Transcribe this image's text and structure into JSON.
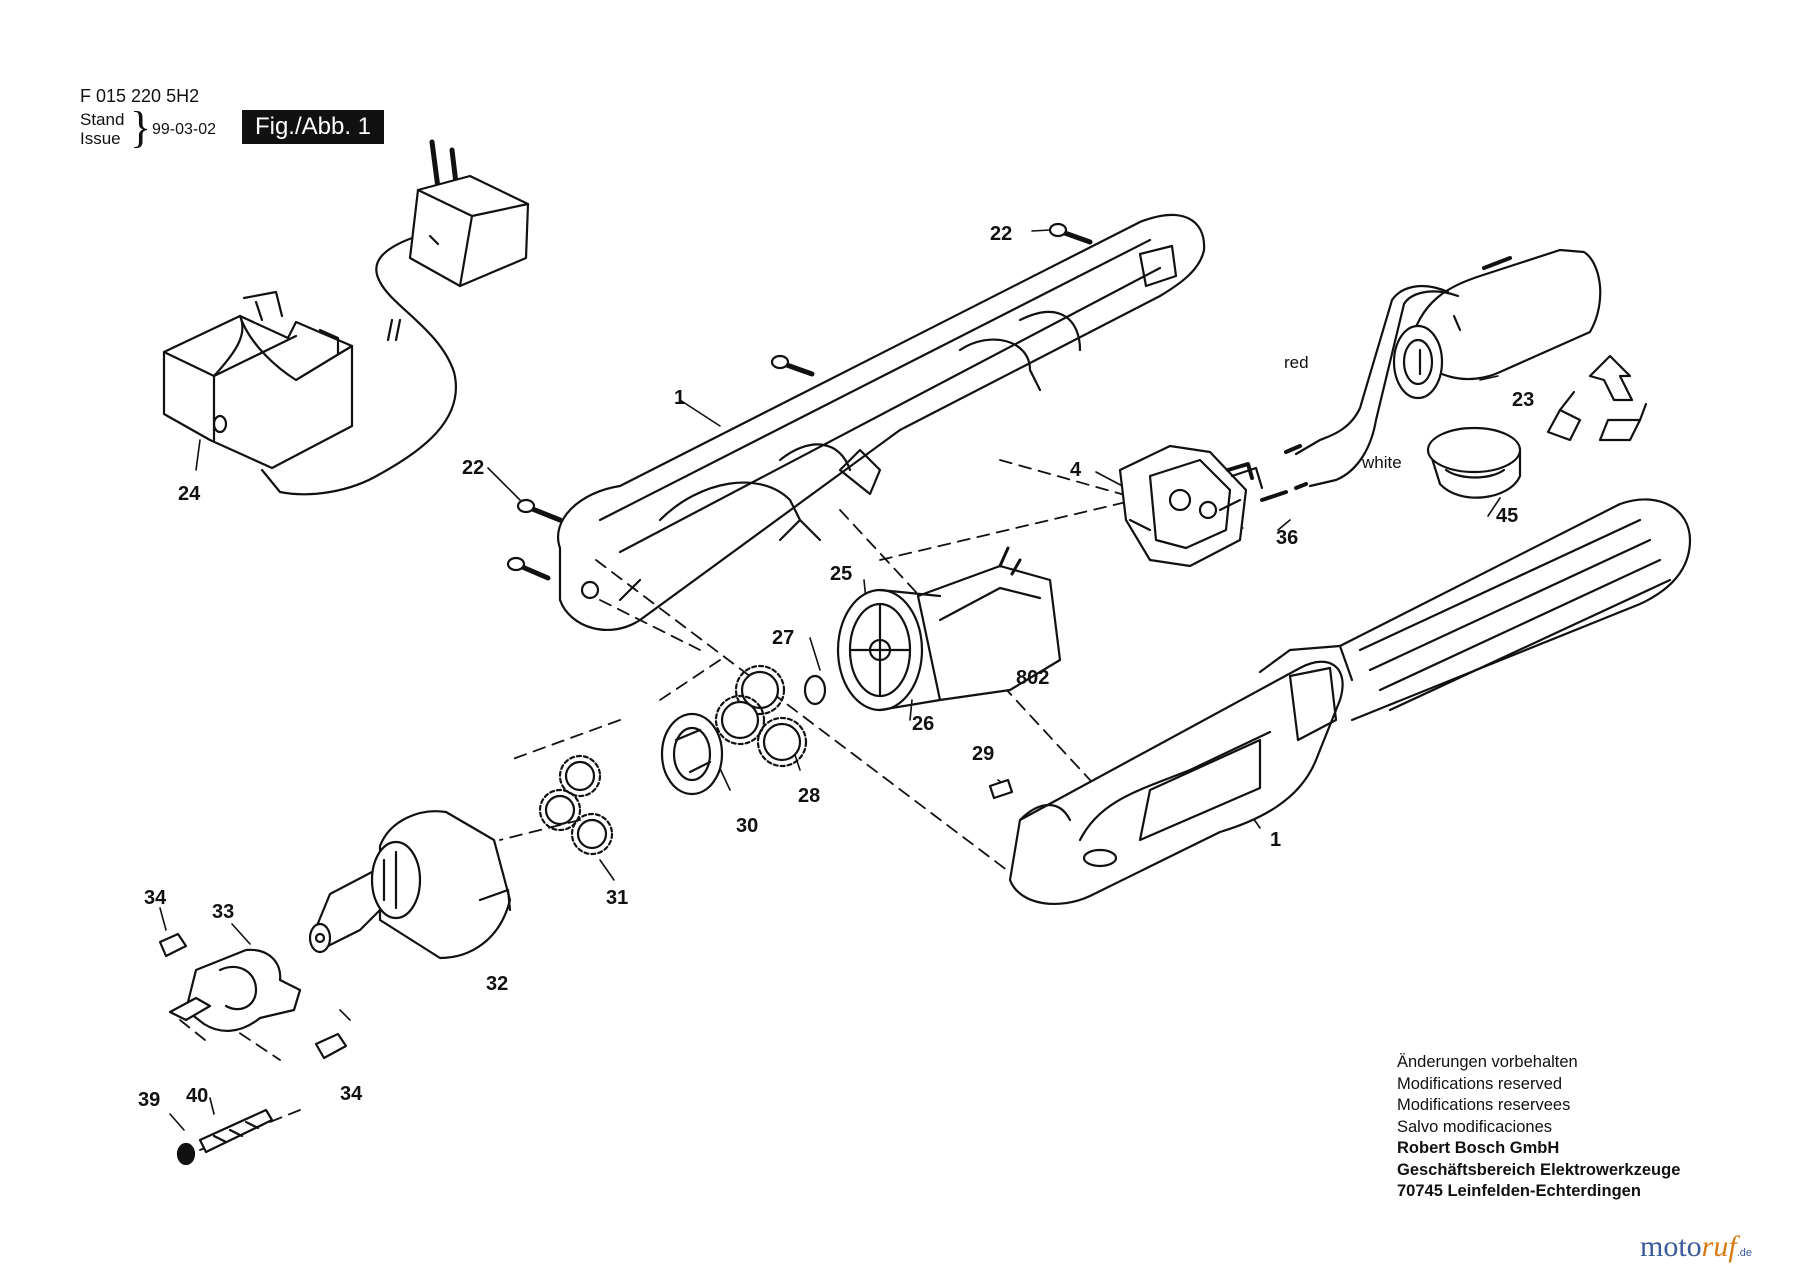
{
  "header": {
    "document_code": "F 015 220 5H2",
    "stand_label": "Stand",
    "issue_label": "Issue",
    "brace": "}",
    "date": "99-03-02",
    "figure_label": "Fig./Abb. 1"
  },
  "callouts": {
    "p1a": "1",
    "p1b": "1",
    "p4": "4",
    "p22a": "22",
    "p22b": "22",
    "p23": "23",
    "p24": "24",
    "p25": "25",
    "p26": "26",
    "p27": "27",
    "p28": "28",
    "p29": "29",
    "p30": "30",
    "p31": "31",
    "p32": "32",
    "p33": "33",
    "p34a": "34",
    "p34b": "34",
    "p36": "36",
    "p39": "39",
    "p40": "40",
    "p45": "45",
    "p802": "802"
  },
  "wire_labels": {
    "red": "red",
    "white": "white"
  },
  "notes": [
    "Änderungen vorbehalten",
    "Modifications reserved",
    "Modifications reservees",
    "Salvo modificaciones"
  ],
  "company": [
    "Robert Bosch GmbH",
    "Geschäftsbereich Elektrowerkzeuge",
    "70745 Leinfelden-Echterdingen"
  ],
  "watermark": {
    "part1": "moto",
    "part2": "ruf",
    "tld": ".de"
  },
  "colors": {
    "ink": "#111111",
    "watermark_blue": "#3a5a9a",
    "watermark_orange": "#d97a10"
  }
}
